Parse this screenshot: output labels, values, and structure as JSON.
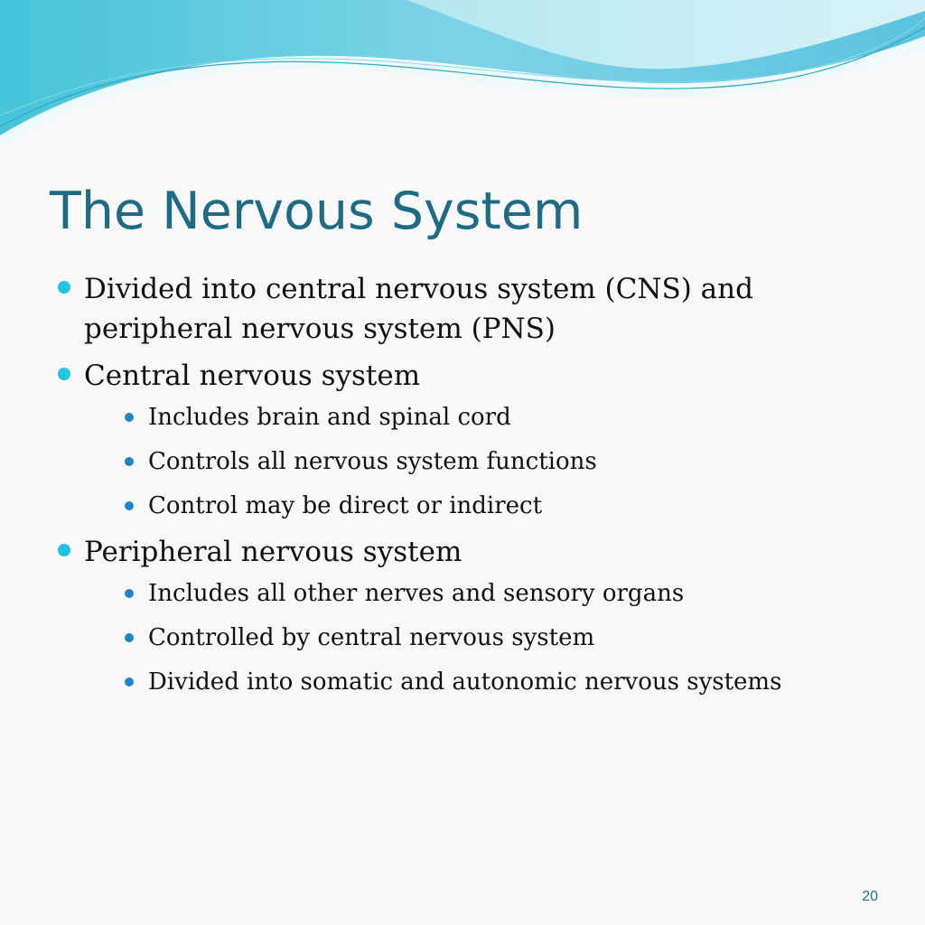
{
  "slide": {
    "title": "The Nervous System",
    "page_number": "20",
    "colors": {
      "title": "#1d6b85",
      "level1_bullet": "#22c3e0",
      "level2_bullet": "#1f86c6",
      "text": "#111111",
      "background": "#f8f8f8"
    },
    "bullets": [
      {
        "text": "Divided into central nervous system (CNS) and peripheral nervous system (PNS)",
        "subs": []
      },
      {
        "text": "Central nervous system",
        "subs": [
          "Includes brain and spinal cord",
          "Controls all nervous system functions",
          "Control may be direct or indirect"
        ]
      },
      {
        "text": "Peripheral nervous system",
        "subs": [
          "Includes all other nerves and sensory organs",
          "Controlled by central nervous system",
          "Divided into somatic and autonomic nervous systems"
        ]
      }
    ]
  }
}
